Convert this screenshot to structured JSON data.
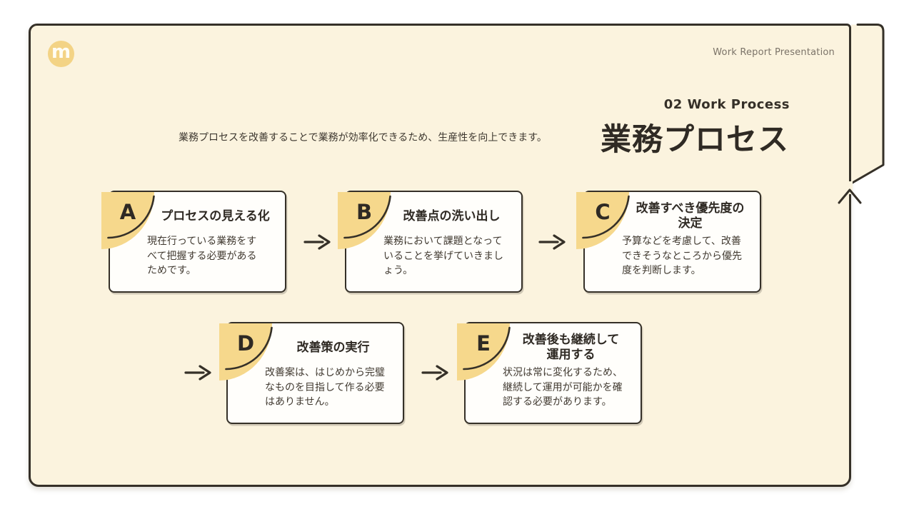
{
  "slide": {
    "logo_letter": "m",
    "header_note": "Work Report Presentation",
    "section_label": "02  Work Process",
    "title": "業務プロセス",
    "subtitle": "業務プロセスを改善することで業務が効率化できるため、生産性を向上できます。"
  },
  "colors": {
    "page_bg": "#ffffff",
    "slide_bg": "#fbf3de",
    "accent_yellow": "#f6d88c",
    "ink": "#353028",
    "title_text": "#2f2a24",
    "body_text": "#413a31",
    "muted_text": "#7b7368",
    "card_bg": "#fffefb"
  },
  "icons": {
    "logo": "circle-m-logo",
    "flow": "right-arrow-icon",
    "return": "up-arrow-icon",
    "fold": "page-fold-corner"
  },
  "steps": [
    {
      "letter": "A",
      "title": "プロセスの見える化",
      "body": "現在行っている業務をす\nべて把握する必要がある\nためです。"
    },
    {
      "letter": "B",
      "title": "改善点の洗い出し",
      "body": "業務において課題となって\nいることを挙げていきまし\nょう。"
    },
    {
      "letter": "C",
      "title": "改善すべき優先度の\n決定",
      "body": "予算などを考慮して、改善\nできそうなところから優先\n度を判断します。"
    },
    {
      "letter": "D",
      "title": "改善策の実行",
      "body": "改善案は、はじめから完璧\nなものを目指して作る必要\nはありません。"
    },
    {
      "letter": "E",
      "title": "改善後も継続して\n運用する",
      "body": "状況は常に変化するため、\n継続して運用が可能かを確\n認する必要があります。"
    }
  ]
}
